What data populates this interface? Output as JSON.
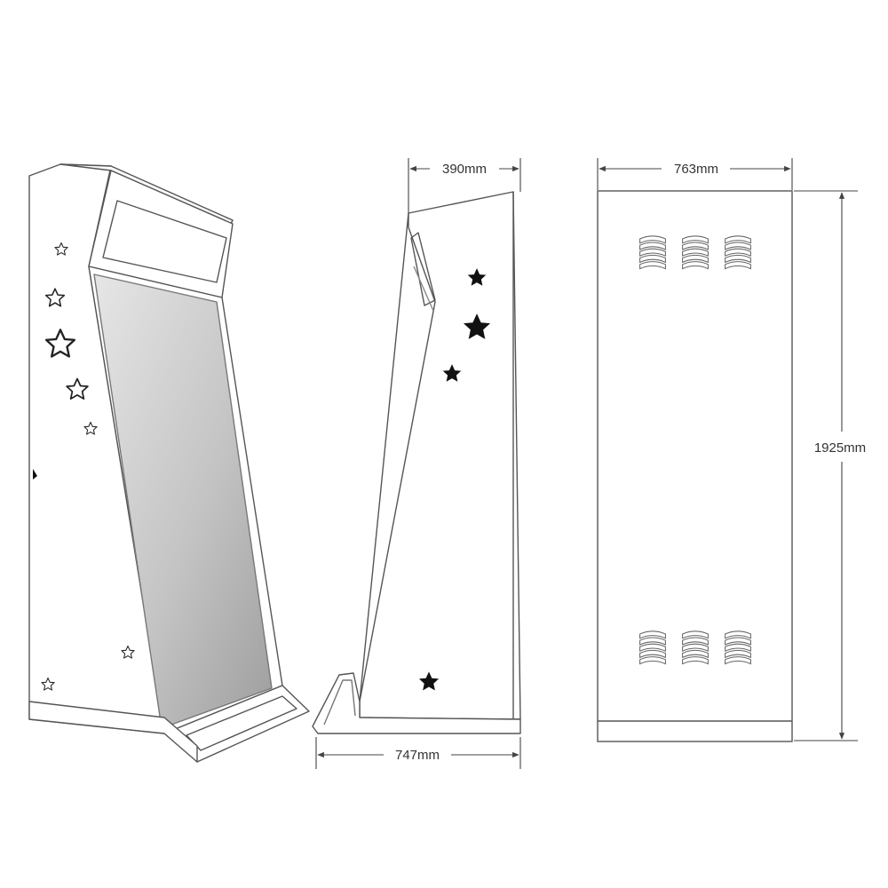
{
  "dimensions": {
    "depth_top": "390mm",
    "depth_base": "747mm",
    "width": "763mm",
    "height": "1925mm"
  },
  "colors": {
    "line": "#555555",
    "dim_line": "#444444",
    "star_filled": "#111111",
    "screen_light": "#e4e4e4",
    "screen_dark": "#a9a9a9"
  },
  "icons": {
    "outline_star": "star-outline-icon",
    "filled_star": "star-filled-icon",
    "vent": "vent-louver-icon"
  }
}
